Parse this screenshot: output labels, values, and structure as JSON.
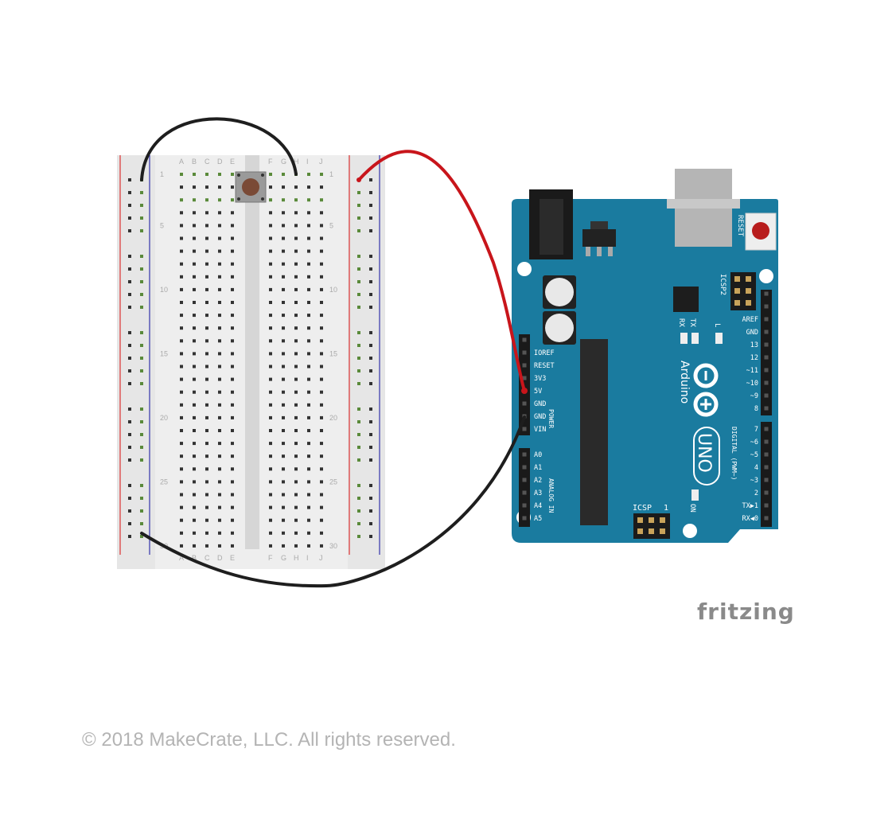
{
  "footer": {
    "copyright": "© 2018 MakeCrate, LLC.  All rights reserved."
  },
  "logo": {
    "text": "fritzing"
  },
  "breadboard": {
    "column_letters_left": [
      "A",
      "B",
      "C",
      "D",
      "E"
    ],
    "column_letters_right": [
      "F",
      "G",
      "H",
      "I",
      "J"
    ],
    "row_numbers": [
      "1",
      "5",
      "10",
      "15",
      "20",
      "25",
      "30"
    ]
  },
  "arduino": {
    "brand": "Arduino",
    "model": "UNO",
    "reset_label": "RESET",
    "icsp2_label": "ICSP2",
    "icsp_label": "ICSP",
    "icsp_pin_mark": "1",
    "on_label": "ON",
    "led_labels": [
      "RX",
      "TX",
      "L"
    ],
    "power_header_title": "POWER",
    "power_pins": [
      "IOREF",
      "RESET",
      "3V3",
      "5V",
      "GND",
      "GND",
      "VIN"
    ],
    "analog_header_title": "ANALOG IN",
    "analog_pins": [
      "A0",
      "A1",
      "A2",
      "A3",
      "A4",
      "A5"
    ],
    "digital_header_title": "DIGITAL (PWM~)",
    "digital_pins_top": [
      "AREF",
      "GND",
      "13",
      "12",
      "~11",
      "~10",
      "~9",
      "8"
    ],
    "digital_pins_bottom": [
      "7",
      "~6",
      "~5",
      "4",
      "~3",
      "2",
      "TX▶1",
      "RX◀0"
    ]
  },
  "colors": {
    "board": "#1a7b9f",
    "red_wire": "#c8151b",
    "black_wire": "#1e1e1e",
    "breadboard": "#e8e8e8",
    "rail_red": "#d33",
    "rail_blue": "#33a"
  }
}
